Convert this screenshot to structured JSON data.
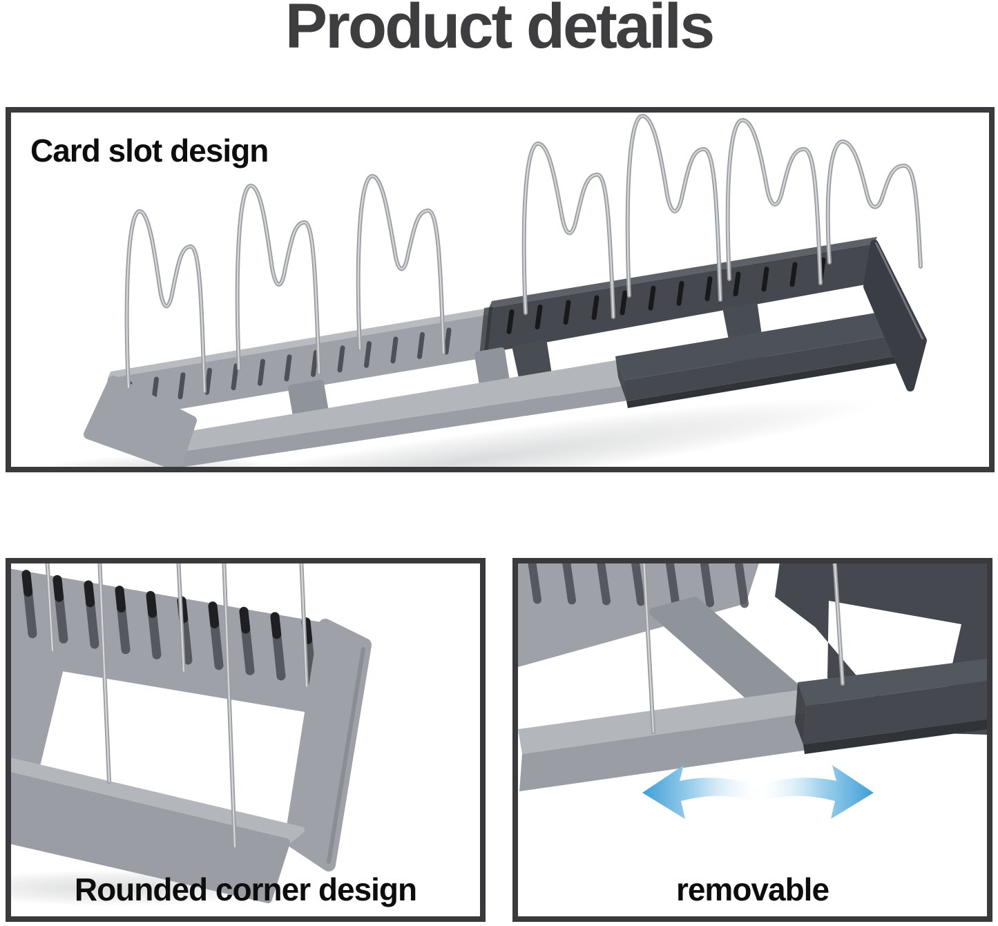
{
  "page": {
    "title": "Product details"
  },
  "panels": {
    "main": {
      "label": "Card slot design"
    },
    "corner": {
      "caption": "Rounded corner design"
    },
    "removable": {
      "caption": "removable"
    }
  },
  "icons": {
    "arrow_left": "expand-arrow-left",
    "arrow_right": "expand-arrow-right"
  },
  "colors": {
    "title_text": "#3e3e40",
    "caption_text": "#0d0d0d",
    "panel_border": "#3a3a3c",
    "background": "#ffffff",
    "plastic_light": "#9ea2a8",
    "plastic_light_top": "#b8bbc0",
    "plastic_mid": "#8f939a",
    "plastic_dark": "#45484e",
    "plastic_dark_top": "#5d6168",
    "wire": "#9b9ea3",
    "wire_highlight": "#d6d8da",
    "arrow_blue": "#45a3da"
  }
}
